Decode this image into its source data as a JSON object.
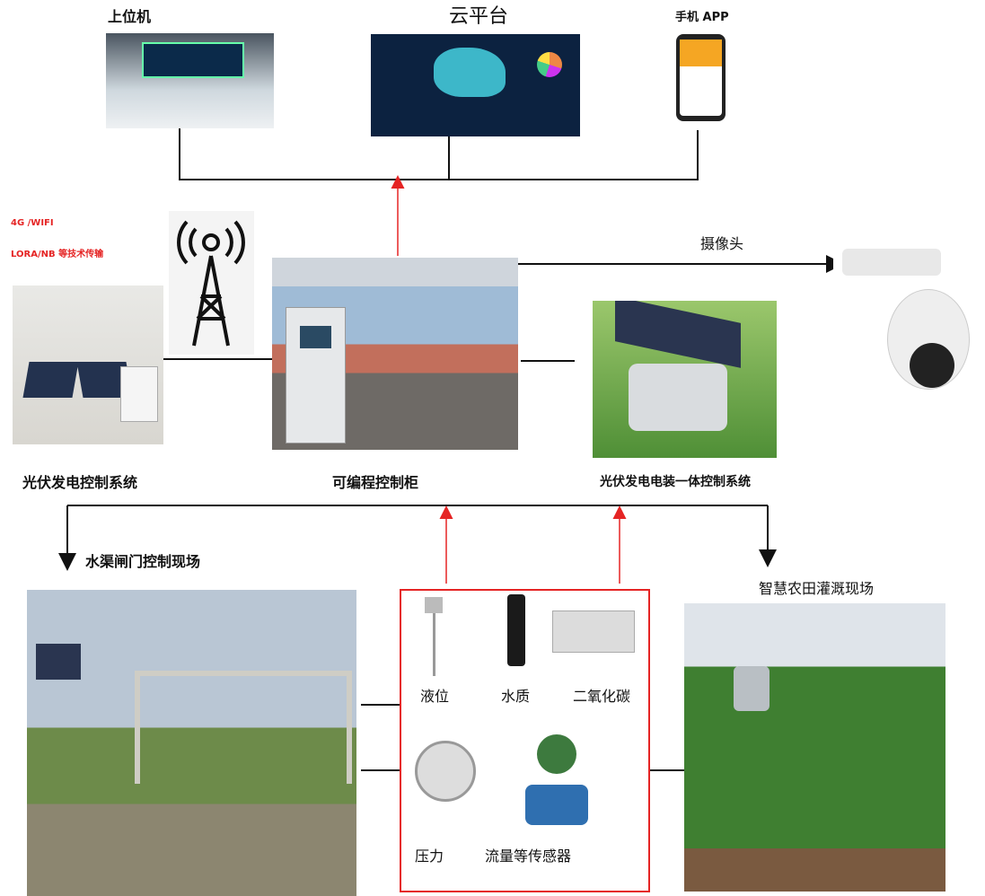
{
  "top": {
    "host": "上位机",
    "cloud": "云平台",
    "app": "手机 APP"
  },
  "transport": {
    "line1": "4G /WIFI",
    "line2": "LORA/NB 等技术传输"
  },
  "middle": {
    "camera": "摄像头",
    "pv_control": "光伏发电控制系统",
    "cabinet": "可编程控制柜",
    "pv_integrated": "光伏发电电装一体控制系统"
  },
  "bottom": {
    "canal": "水渠闸门控制现场",
    "farm": "智慧农田灌溉现场"
  },
  "sensors": {
    "level": "液位",
    "water_quality": "水质",
    "co2": "二氧化碳",
    "pressure": "压力",
    "flow": "流量等传感器"
  },
  "colors": {
    "red": "#e52424",
    "line": "#111111"
  }
}
